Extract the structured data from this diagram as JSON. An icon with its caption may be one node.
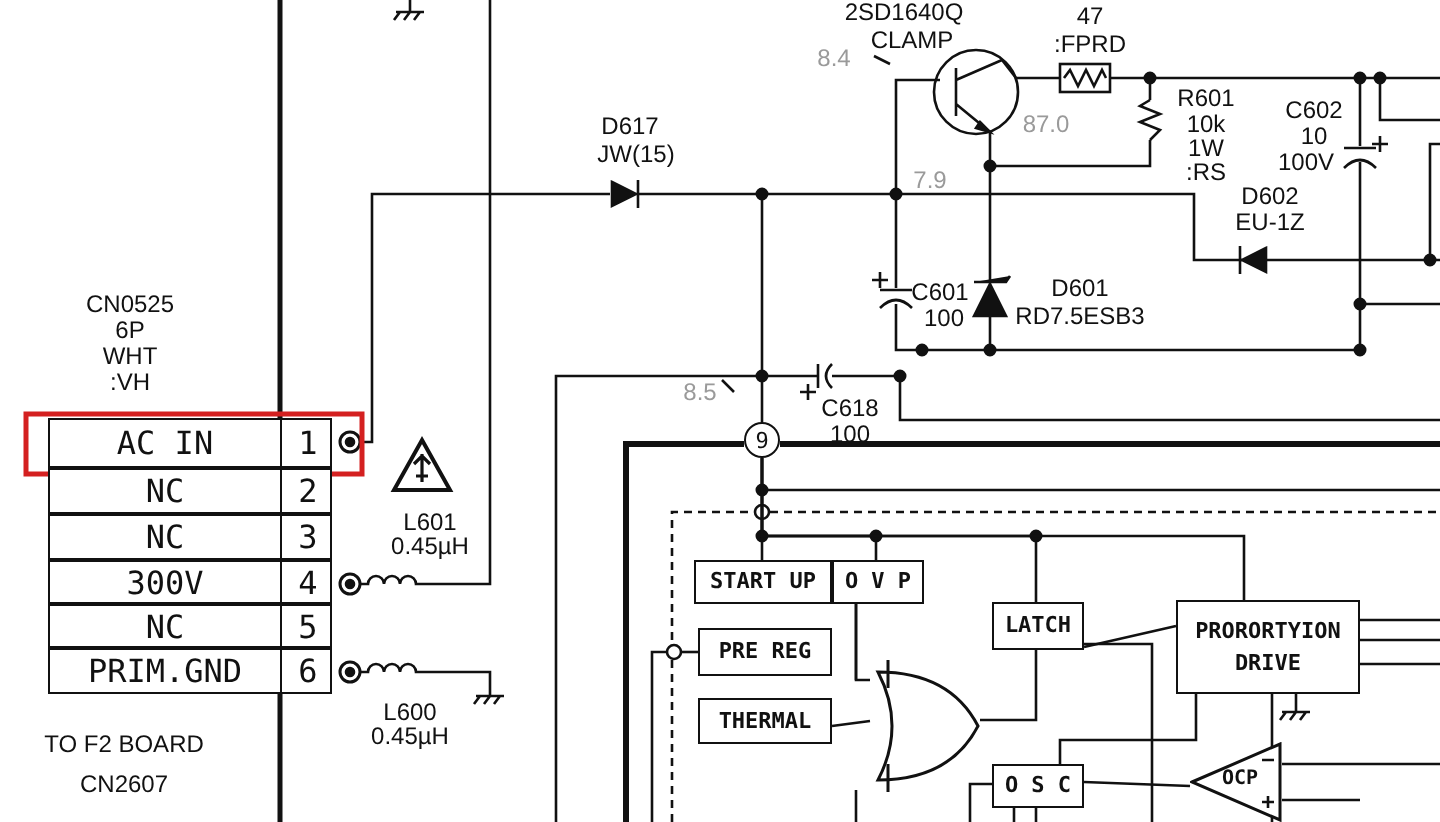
{
  "diagram": {
    "nodes": [
      {
        "text": [
          "AC IN",
          "1"
        ]
      },
      {
        "text": [
          "NC",
          "2"
        ]
      },
      {
        "text": [
          "NC",
          "3"
        ]
      },
      {
        "text": [
          "300V",
          "4"
        ]
      },
      {
        "text": [
          "NC",
          "5"
        ]
      },
      {
        "text": [
          "PRIM.GND",
          "6"
        ]
      },
      {
        "text": [
          "9"
        ]
      },
      {
        "text": [
          "START UP"
        ]
      },
      {
        "text": [
          "O V P"
        ]
      },
      {
        "text": [
          "PRE REG"
        ]
      },
      {
        "text": [
          "THERMAL"
        ]
      },
      {
        "text": [
          "LATCH"
        ]
      },
      {
        "text": [
          "PRORORTYION DRIVE"
        ]
      },
      {
        "text": [
          "O S C"
        ]
      },
      {
        "text": [
          "OCP"
        ]
      },
      {
        "text": [],
        "shape": "gate"
      }
    ],
    "edges": [
      {
        "from": 6,
        "to": 7,
        "arrow": "none"
      },
      {
        "from": 6,
        "to": 8,
        "arrow": "none"
      },
      {
        "from": 6,
        "to": 11,
        "arrow": "none"
      },
      {
        "from": 6,
        "to": 12,
        "arrow": "none"
      },
      {
        "from": 8,
        "to": 15,
        "arrow": "none"
      },
      {
        "from": 10,
        "to": 15,
        "arrow": "none"
      },
      {
        "from": 15,
        "to": 11,
        "arrow": "none"
      },
      {
        "from": 11,
        "to": 12,
        "arrow": "none"
      },
      {
        "from": 12,
        "to": 13,
        "arrow": "none"
      },
      {
        "from": 13,
        "to": 14,
        "arrow": "none"
      }
    ],
    "labels": [
      "2SD1640Q",
      "CLAMP",
      "47",
      ":FPRD",
      "8.4",
      "D617",
      "JW(15)",
      "87.0",
      "R601",
      "10k",
      "1W",
      ":RS",
      "C602",
      "10",
      "100V",
      "7.9",
      "D602",
      "EU-1Z",
      "CN0525",
      "6P",
      "WHT",
      ":VH",
      "C601",
      "100",
      "D601",
      "RD7.5ESB3",
      "8.5",
      "C618",
      "100",
      "L601",
      "0.45µH",
      "L600",
      "0.45µH",
      "TO F2 BOARD",
      "CN2607"
    ]
  }
}
